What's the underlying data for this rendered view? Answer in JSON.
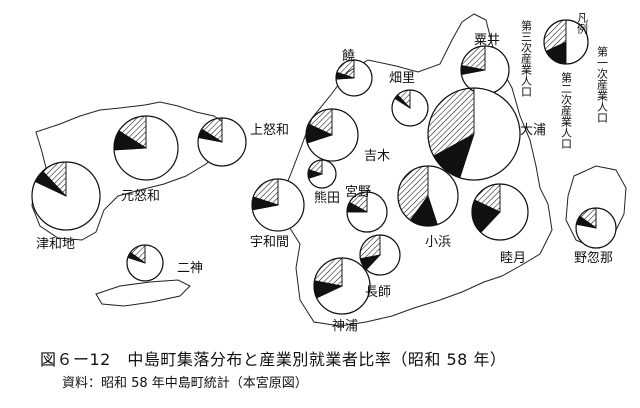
{
  "caption": {
    "title": "図６ー12　中島町集落分布と産業別就業者比率（昭和 58 年）",
    "source": "資料：昭和 58 年中島町統計（本宮原図）"
  },
  "legend": {
    "heading": "凡例",
    "primary": "第一次産業人口",
    "secondary": "第二次産業人口",
    "tertiary": "第三次産業人口"
  },
  "colors": {
    "primary": "#ffffff",
    "secondary": "#111111",
    "tertiary": "hatched",
    "ink": "#111111"
  },
  "settlements": [
    {
      "name": "津和地",
      "primary": 0.82,
      "secondary": 0.06,
      "tertiary": 0.12
    },
    {
      "name": "元怒和",
      "primary": 0.74,
      "secondary": 0.1,
      "tertiary": 0.16
    },
    {
      "name": "上怒和",
      "primary": 0.78,
      "secondary": 0.06,
      "tertiary": 0.16
    },
    {
      "name": "二神",
      "primary": 0.8,
      "secondary": 0.05,
      "tertiary": 0.15
    },
    {
      "name": "饒",
      "primary": 0.74,
      "secondary": 0.06,
      "tertiary": 0.2
    },
    {
      "name": "畑里",
      "primary": 0.84,
      "secondary": 0.04,
      "tertiary": 0.12
    },
    {
      "name": "粟井",
      "primary": 0.72,
      "secondary": 0.06,
      "tertiary": 0.22
    },
    {
      "name": "吉木",
      "primary": 0.7,
      "secondary": 0.12,
      "tertiary": 0.18
    },
    {
      "name": "熊田",
      "primary": 0.7,
      "secondary": 0.1,
      "tertiary": 0.2
    },
    {
      "name": "宇和間",
      "primary": 0.72,
      "secondary": 0.08,
      "tertiary": 0.2
    },
    {
      "name": "宮野",
      "primary": 0.75,
      "secondary": 0.08,
      "tertiary": 0.17
    },
    {
      "name": "大浦",
      "primary": 0.55,
      "secondary": 0.12,
      "tertiary": 0.33
    },
    {
      "name": "小浜",
      "primary": 0.45,
      "secondary": 0.15,
      "tertiary": 0.4
    },
    {
      "name": "長師",
      "primary": 0.62,
      "secondary": 0.1,
      "tertiary": 0.28
    },
    {
      "name": "神浦",
      "primary": 0.68,
      "secondary": 0.1,
      "tertiary": 0.22
    },
    {
      "name": "睦月",
      "primary": 0.62,
      "secondary": 0.2,
      "tertiary": 0.18
    },
    {
      "name": "野忽那",
      "primary": 0.78,
      "secondary": 0.07,
      "tertiary": 0.15
    }
  ]
}
